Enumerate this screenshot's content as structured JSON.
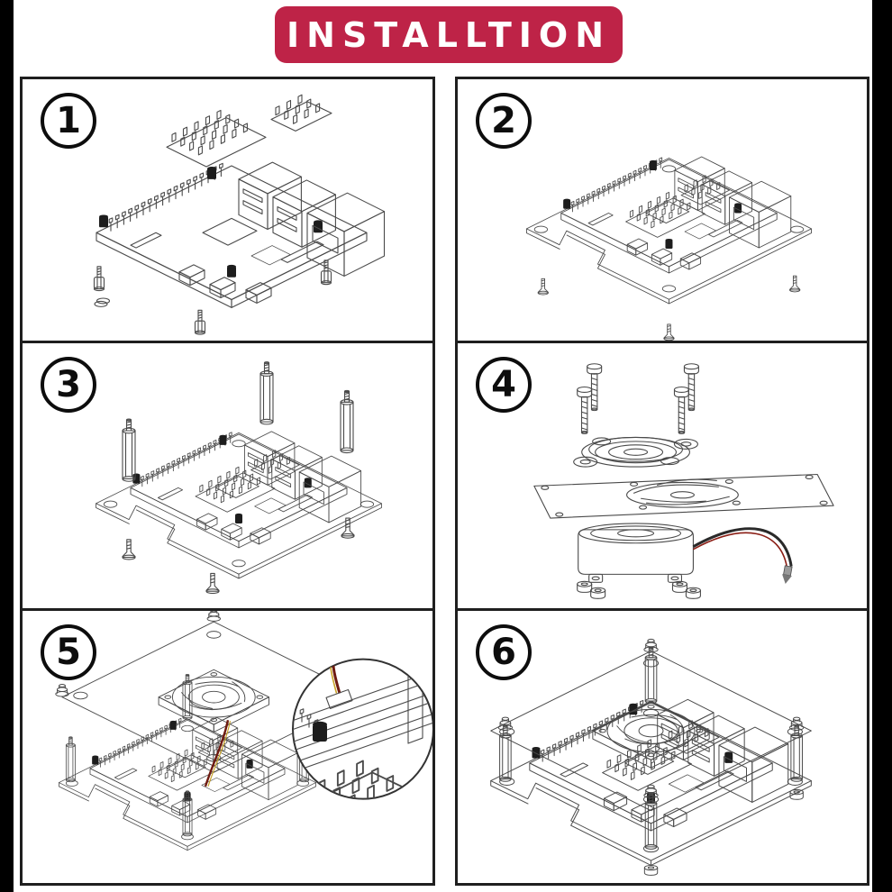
{
  "banner": {
    "text": "INSTALLTION",
    "background": "#BE2347",
    "text_color": "#FFFFFF"
  },
  "frame": {
    "page_background": "#FFFFFF",
    "left_bar_color": "#000000",
    "right_bar_color": "#000000",
    "panel_border_color": "#1F1F1F",
    "line_art_color": "#4A4A4A",
    "step_badge_color": "#0D0D0D"
  },
  "wire_colors": {
    "black": "#2A2A2A",
    "red": "#8A1D14",
    "yellow": "#C9A227"
  },
  "steps": [
    {
      "number": "1",
      "illustration": "pi-board-with-heatsinks-and-screws-exploded"
    },
    {
      "number": "2",
      "illustration": "board-mounted-on-bottom-plate-with-screws"
    },
    {
      "number": "3",
      "illustration": "corner-standoff-posts-installation"
    },
    {
      "number": "4",
      "illustration": "fan-grill-top-plate-screws-and-nuts-exploded"
    },
    {
      "number": "5",
      "illustration": "top-plate-with-fan-placement-and-gpio-wire-detail"
    },
    {
      "number": "6",
      "illustration": "completed-case-assembly-with-fan"
    }
  ]
}
